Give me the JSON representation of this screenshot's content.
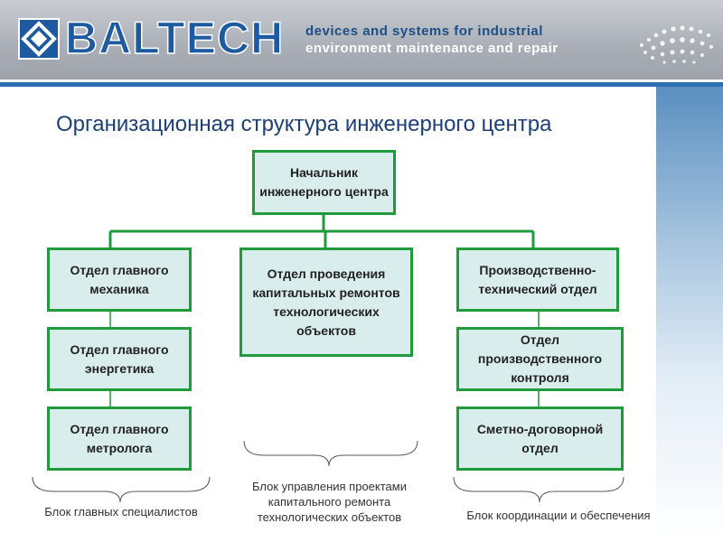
{
  "header": {
    "logo_text": "BALTECH",
    "tagline_line1": "devices and systems for industrial",
    "tagline_line2": "environment maintenance and repair",
    "brand_color": "#1d5aa0"
  },
  "title": "Организационная структура инженерного центра",
  "nodes": {
    "head": "Начальник инженерного центра",
    "chief_mechanic": "Отдел главного механика",
    "chief_energetic": "Отдел главного энергетика",
    "chief_metrologist": "Отдел главного метролога",
    "capital_repairs": "Отдел проведения капитальных ремонтов технологических объектов",
    "production_technical": "Производственно-технический отдел",
    "production_control": "Отдел производственного контроля",
    "estimate_contract": "Сметно-договорной отдел"
  },
  "blocks": {
    "specialists": "Блок главных специалистов",
    "projects": "Блок управления проектами капитального ремонта технологических объектов",
    "coordination": "Блок координации и обеспечения"
  },
  "colors": {
    "box_border": "#1f9a3c",
    "box_fill": "#d9eeec",
    "title": "#1d3f78"
  }
}
